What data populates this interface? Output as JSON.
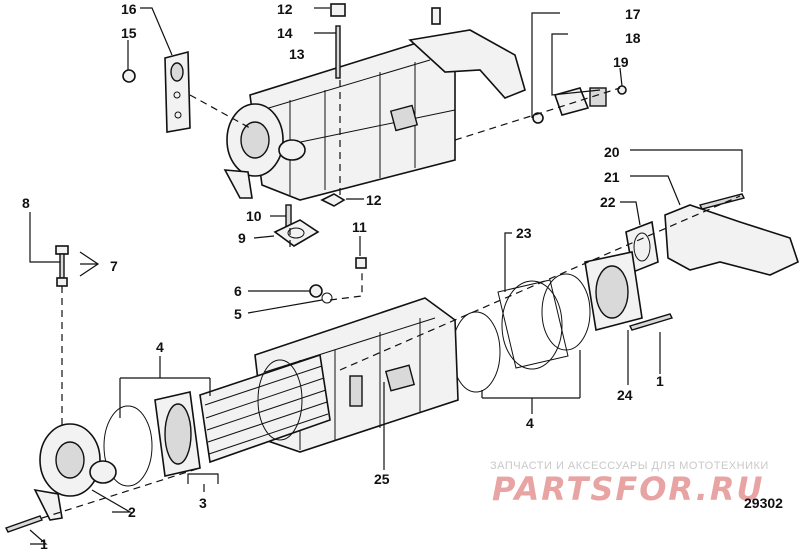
{
  "figure_number": "29302",
  "watermark": {
    "tagline": "ЗАПЧАСТИ И АКСЕССУАРЫ ДЛЯ МОТОТЕХНИКИ",
    "brand": "PARTSFOR.RU"
  },
  "callouts": [
    {
      "id": "c16",
      "label": "16"
    },
    {
      "id": "c15",
      "label": "15"
    },
    {
      "id": "c12a",
      "label": "12"
    },
    {
      "id": "c14",
      "label": "14"
    },
    {
      "id": "c13",
      "label": "13"
    },
    {
      "id": "c17",
      "label": "17"
    },
    {
      "id": "c18",
      "label": "18"
    },
    {
      "id": "c19",
      "label": "19"
    },
    {
      "id": "c20",
      "label": "20"
    },
    {
      "id": "c21",
      "label": "21"
    },
    {
      "id": "c22",
      "label": "22"
    },
    {
      "id": "c12b",
      "label": "12"
    },
    {
      "id": "c10",
      "label": "10"
    },
    {
      "id": "c9",
      "label": "9"
    },
    {
      "id": "c8",
      "label": "8"
    },
    {
      "id": "c7",
      "label": "7"
    },
    {
      "id": "c11",
      "label": "11"
    },
    {
      "id": "c23",
      "label": "23"
    },
    {
      "id": "c6",
      "label": "6"
    },
    {
      "id": "c5",
      "label": "5"
    },
    {
      "id": "c4a",
      "label": "4"
    },
    {
      "id": "c1a",
      "label": "1"
    },
    {
      "id": "c24",
      "label": "24"
    },
    {
      "id": "c4b",
      "label": "4"
    },
    {
      "id": "c3",
      "label": "3"
    },
    {
      "id": "c25",
      "label": "25"
    },
    {
      "id": "c2",
      "label": "2"
    },
    {
      "id": "c1b",
      "label": "1"
    }
  ]
}
